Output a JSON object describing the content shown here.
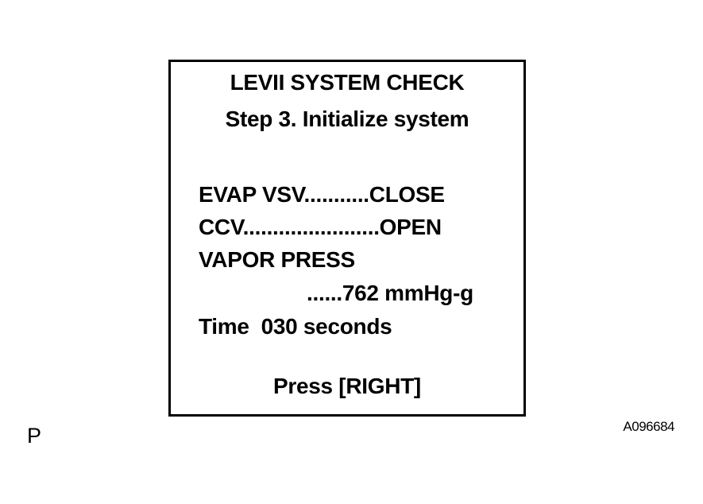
{
  "screen": {
    "title": "LEVII SYSTEM CHECK",
    "subtitle": "Step 3. Initialize system",
    "evap_vsv": "EVAP VSV...........CLOSE",
    "ccv": "CCV.......................OPEN",
    "vapor_press_label": "VAPOR PRESS",
    "vapor_press_value": "......762 mmHg-g",
    "time": "Time  030 seconds",
    "prompt": "Press [RIGHT]"
  },
  "footer": {
    "left_mark": "P",
    "figure_id": "A096684"
  }
}
